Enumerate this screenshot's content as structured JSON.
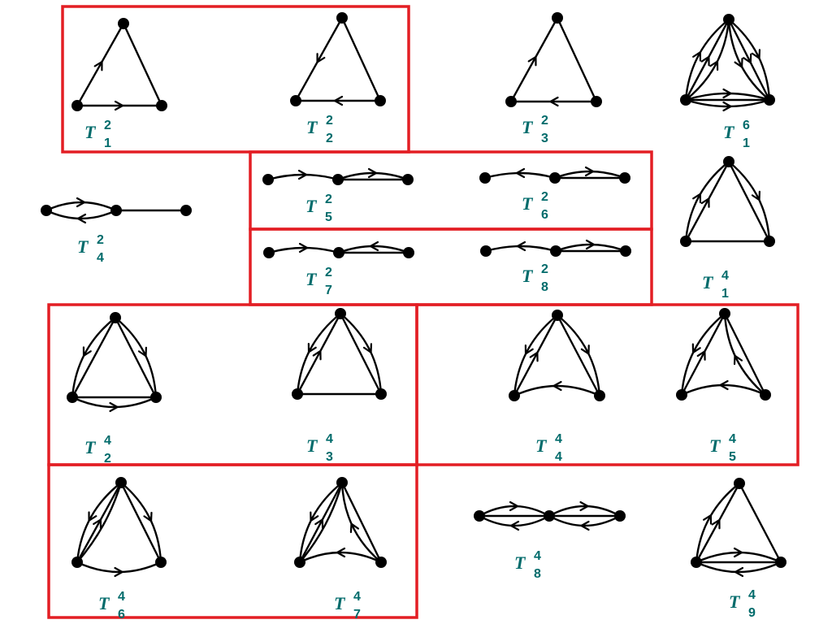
{
  "colors": {
    "frame": "#e31e24",
    "label": "#006b6b",
    "ink": "#000000"
  },
  "labels": {
    "T21": {
      "base": "T",
      "sup": "2",
      "sub": "1"
    },
    "T22": {
      "base": "T",
      "sup": "2",
      "sub": "2"
    },
    "T23": {
      "base": "T",
      "sup": "2",
      "sub": "3"
    },
    "T61": {
      "base": "T",
      "sup": "6",
      "sub": "1"
    },
    "T24": {
      "base": "T",
      "sup": "2",
      "sub": "4"
    },
    "T25": {
      "base": "T",
      "sup": "2",
      "sub": "5"
    },
    "T26": {
      "base": "T",
      "sup": "2",
      "sub": "6"
    },
    "T27": {
      "base": "T",
      "sup": "2",
      "sub": "7"
    },
    "T28": {
      "base": "T",
      "sup": "2",
      "sub": "8"
    },
    "T41": {
      "base": "T",
      "sup": "4",
      "sub": "1"
    },
    "T42": {
      "base": "T",
      "sup": "4",
      "sub": "2"
    },
    "T43": {
      "base": "T",
      "sup": "4",
      "sub": "3"
    },
    "T44": {
      "base": "T",
      "sup": "4",
      "sub": "4"
    },
    "T45": {
      "base": "T",
      "sup": "4",
      "sub": "5"
    },
    "T46": {
      "base": "T",
      "sup": "4",
      "sub": "6"
    },
    "T47": {
      "base": "T",
      "sup": "4",
      "sub": "7"
    },
    "T48": {
      "base": "T",
      "sup": "4",
      "sub": "8"
    },
    "T49": {
      "base": "T",
      "sup": "4",
      "sub": "9"
    }
  }
}
